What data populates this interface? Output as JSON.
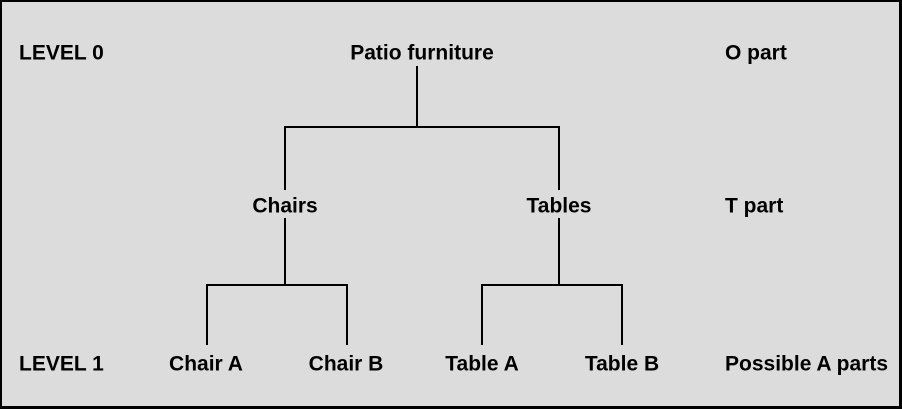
{
  "diagram": {
    "type": "tree",
    "colors": {
      "background": "#dcdcdc",
      "line": "#000000",
      "text": "#000000",
      "border": "#000000"
    },
    "row_labels": {
      "level0": "LEVEL 0",
      "level1": "LEVEL 1"
    },
    "side_labels": {
      "root_row": "O part",
      "middle_row": "T part",
      "bottom_row": "Possible A parts"
    },
    "tree": {
      "root": "Patio furniture",
      "children": [
        {
          "label": "Chairs",
          "children": [
            {
              "label": "Chair A"
            },
            {
              "label": "Chair B"
            }
          ]
        },
        {
          "label": "Tables",
          "children": [
            {
              "label": "Table A"
            },
            {
              "label": "Table B"
            }
          ]
        }
      ]
    }
  }
}
